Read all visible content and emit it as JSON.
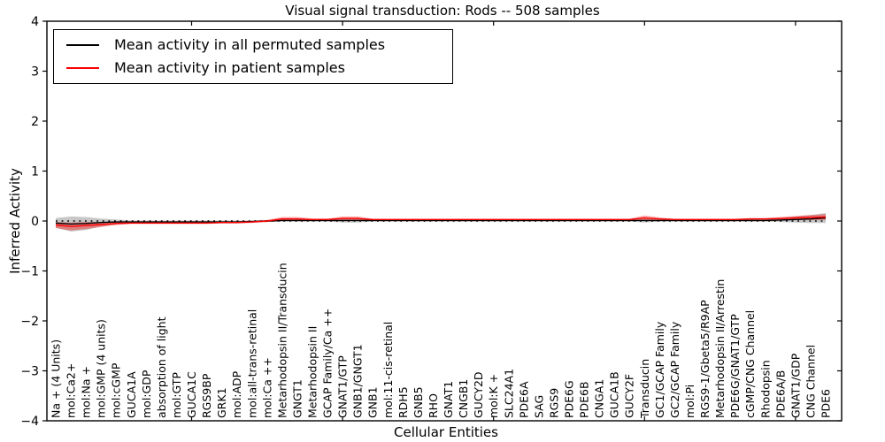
{
  "title": "Visual signal transduction: Rods -- 508 samples",
  "chart_data": {
    "type": "line",
    "title": "Visual signal transduction: Rods -- 508 samples",
    "xlabel": "Cellular Entities",
    "ylabel": "Inferred Activity",
    "ylim": [
      -4,
      4
    ],
    "y_ticks": [
      4,
      3,
      2,
      1,
      0,
      -1,
      -2,
      -3,
      -4
    ],
    "grid": false,
    "zero_line_style": "dotted",
    "legend_position": "upper left",
    "categories": [
      "Na + (4 Units)",
      "mol:Ca2+",
      "mol:Na +",
      "mol:GMP (4 units)",
      "mol:cGMP",
      "GUCA1A",
      "mol:GDP",
      "absorption of light",
      "mol:GTP",
      "GUCA1C",
      "RGS9BP",
      "GRK1",
      "mol:ADP",
      "mol:all-trans-retinal",
      "mol:Ca ++",
      "Metarhodopsin II/Transducin",
      "GNGT1",
      "Metarhodopsin II",
      "GCAP Family/Ca ++",
      "GNAT1/GTP",
      "GNB1/GNGT1",
      "GNB1",
      "mol:11-cis-retinal",
      "RDH5",
      "GNB5",
      "RHO",
      "GNAT1",
      "CNGB1",
      "GUCY2D",
      "mol:K +",
      "SLC24A1",
      "PDE6A",
      "SAG",
      "RGS9",
      "PDE6G",
      "PDE6B",
      "CNGA1",
      "GUCA1B",
      "GUCY2F",
      "Transducin",
      "GC1/GCAP Family",
      "GC2/GCAP Family",
      "mol:Pi",
      "RGS9-1/Gbeta5/R9AP",
      "Metarhodopsin II/Arrestin",
      "PDE6G/GNAT1/GTP",
      "cGMP/CNG Channel",
      "Rhodopsin",
      "PDE6A/B",
      "GNAT1/GDP",
      "CNG Channel",
      "PDE6"
    ],
    "series": [
      {
        "name": "Mean activity in all permuted samples",
        "color": "#000000",
        "band_color": "rgba(130,130,130,0.45)",
        "values": [
          -0.04,
          -0.06,
          -0.05,
          -0.03,
          -0.02,
          -0.02,
          -0.02,
          -0.02,
          -0.02,
          -0.02,
          -0.02,
          -0.02,
          -0.02,
          -0.01,
          0.0,
          0.01,
          0.01,
          0.01,
          0.01,
          0.01,
          0.01,
          0.01,
          0.01,
          0.01,
          0.01,
          0.01,
          0.01,
          0.01,
          0.01,
          0.01,
          0.01,
          0.01,
          0.01,
          0.01,
          0.01,
          0.01,
          0.01,
          0.01,
          0.01,
          0.01,
          0.01,
          0.01,
          0.01,
          0.01,
          0.01,
          0.01,
          0.01,
          0.01,
          0.02,
          0.03,
          0.04,
          0.06
        ],
        "band": [
          0.1,
          0.15,
          0.13,
          0.08,
          0.05,
          0.03,
          0.03,
          0.03,
          0.03,
          0.03,
          0.03,
          0.03,
          0.03,
          0.02,
          0.02,
          0.02,
          0.02,
          0.02,
          0.02,
          0.04,
          0.04,
          0.02,
          0.02,
          0.02,
          0.02,
          0.02,
          0.02,
          0.02,
          0.02,
          0.02,
          0.02,
          0.02,
          0.02,
          0.02,
          0.02,
          0.02,
          0.02,
          0.02,
          0.02,
          0.04,
          0.02,
          0.02,
          0.02,
          0.02,
          0.02,
          0.02,
          0.02,
          0.02,
          0.04,
          0.06,
          0.08,
          0.1
        ]
      },
      {
        "name": "Mean activity in patient samples",
        "color": "#ff0000",
        "band_color": "rgba(255,0,0,0.35)",
        "values": [
          -0.08,
          -0.11,
          -0.09,
          -0.07,
          -0.05,
          -0.04,
          -0.04,
          -0.04,
          -0.04,
          -0.04,
          -0.04,
          -0.03,
          -0.03,
          -0.02,
          0.0,
          0.04,
          0.04,
          0.03,
          0.03,
          0.05,
          0.05,
          0.03,
          0.03,
          0.03,
          0.03,
          0.03,
          0.03,
          0.03,
          0.03,
          0.03,
          0.03,
          0.03,
          0.03,
          0.03,
          0.03,
          0.03,
          0.03,
          0.03,
          0.03,
          0.06,
          0.04,
          0.03,
          0.03,
          0.03,
          0.03,
          0.03,
          0.04,
          0.04,
          0.05,
          0.06,
          0.07,
          0.08
        ],
        "band": [
          0.06,
          0.08,
          0.07,
          0.05,
          0.03,
          0.02,
          0.02,
          0.02,
          0.02,
          0.02,
          0.02,
          0.02,
          0.02,
          0.02,
          0.02,
          0.04,
          0.04,
          0.02,
          0.02,
          0.04,
          0.04,
          0.015,
          0.015,
          0.015,
          0.015,
          0.015,
          0.015,
          0.015,
          0.015,
          0.015,
          0.015,
          0.015,
          0.015,
          0.015,
          0.015,
          0.015,
          0.015,
          0.015,
          0.015,
          0.05,
          0.03,
          0.015,
          0.015,
          0.015,
          0.015,
          0.015,
          0.02,
          0.02,
          0.03,
          0.04,
          0.05,
          0.06
        ]
      }
    ]
  }
}
